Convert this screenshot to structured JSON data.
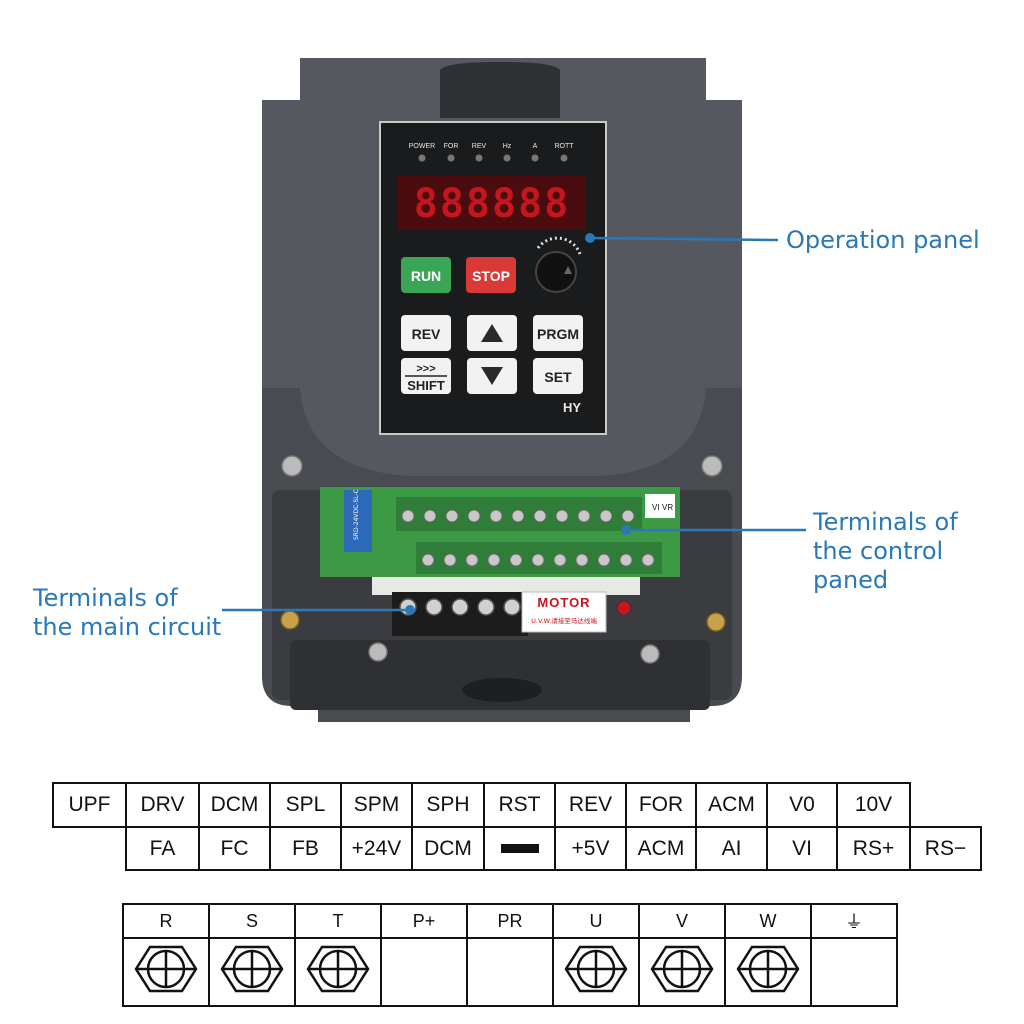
{
  "panel": {
    "indicators": [
      "POWER",
      "FOR",
      "REV",
      "Hz",
      "A",
      "ROTT"
    ],
    "display": "888888",
    "buttons": {
      "run": "RUN",
      "stop": "STOP",
      "rev": "REV",
      "prgm": "PRGM",
      "shift_arrows": ">>>",
      "shift": "SHIFT",
      "set": "SET"
    },
    "brand": "HY"
  },
  "board": {
    "motor_label": "MOTOR",
    "motor_sub": "U.V.W.请接至马达线端",
    "relay_text": "SRD-24VDC-SL-C",
    "vi_vr": [
      "VI",
      "VR"
    ]
  },
  "callouts": {
    "operation_panel": [
      "Operation panel"
    ],
    "control_terminals": [
      "Terminals of",
      "the control",
      "paned"
    ],
    "main_circuit": [
      "Terminals of",
      "the main circuit"
    ]
  },
  "control_terminals": {
    "row1": [
      "UPF",
      "DRV",
      "DCM",
      "SPL",
      "SPM",
      "SPH",
      "RST",
      "REV",
      "FOR",
      "ACM",
      "V0",
      "10V"
    ],
    "row2": [
      "FA",
      "FC",
      "FB",
      "+24V",
      "DCM",
      "",
      "+5V",
      "ACM",
      "AI",
      "VI",
      "RS+",
      "RS−"
    ]
  },
  "main_terminals": {
    "labels": [
      "R",
      "S",
      "T",
      "P+",
      "PR",
      "U",
      "V",
      "W",
      "⏚"
    ],
    "has_screw": [
      true,
      true,
      true,
      false,
      false,
      true,
      true,
      true,
      false
    ]
  },
  "colors": {
    "callout": "#2a78b8",
    "run": "#3aa655",
    "stop": "#d93a36",
    "display": "#c4161c",
    "pcb": "#3c9a45"
  }
}
